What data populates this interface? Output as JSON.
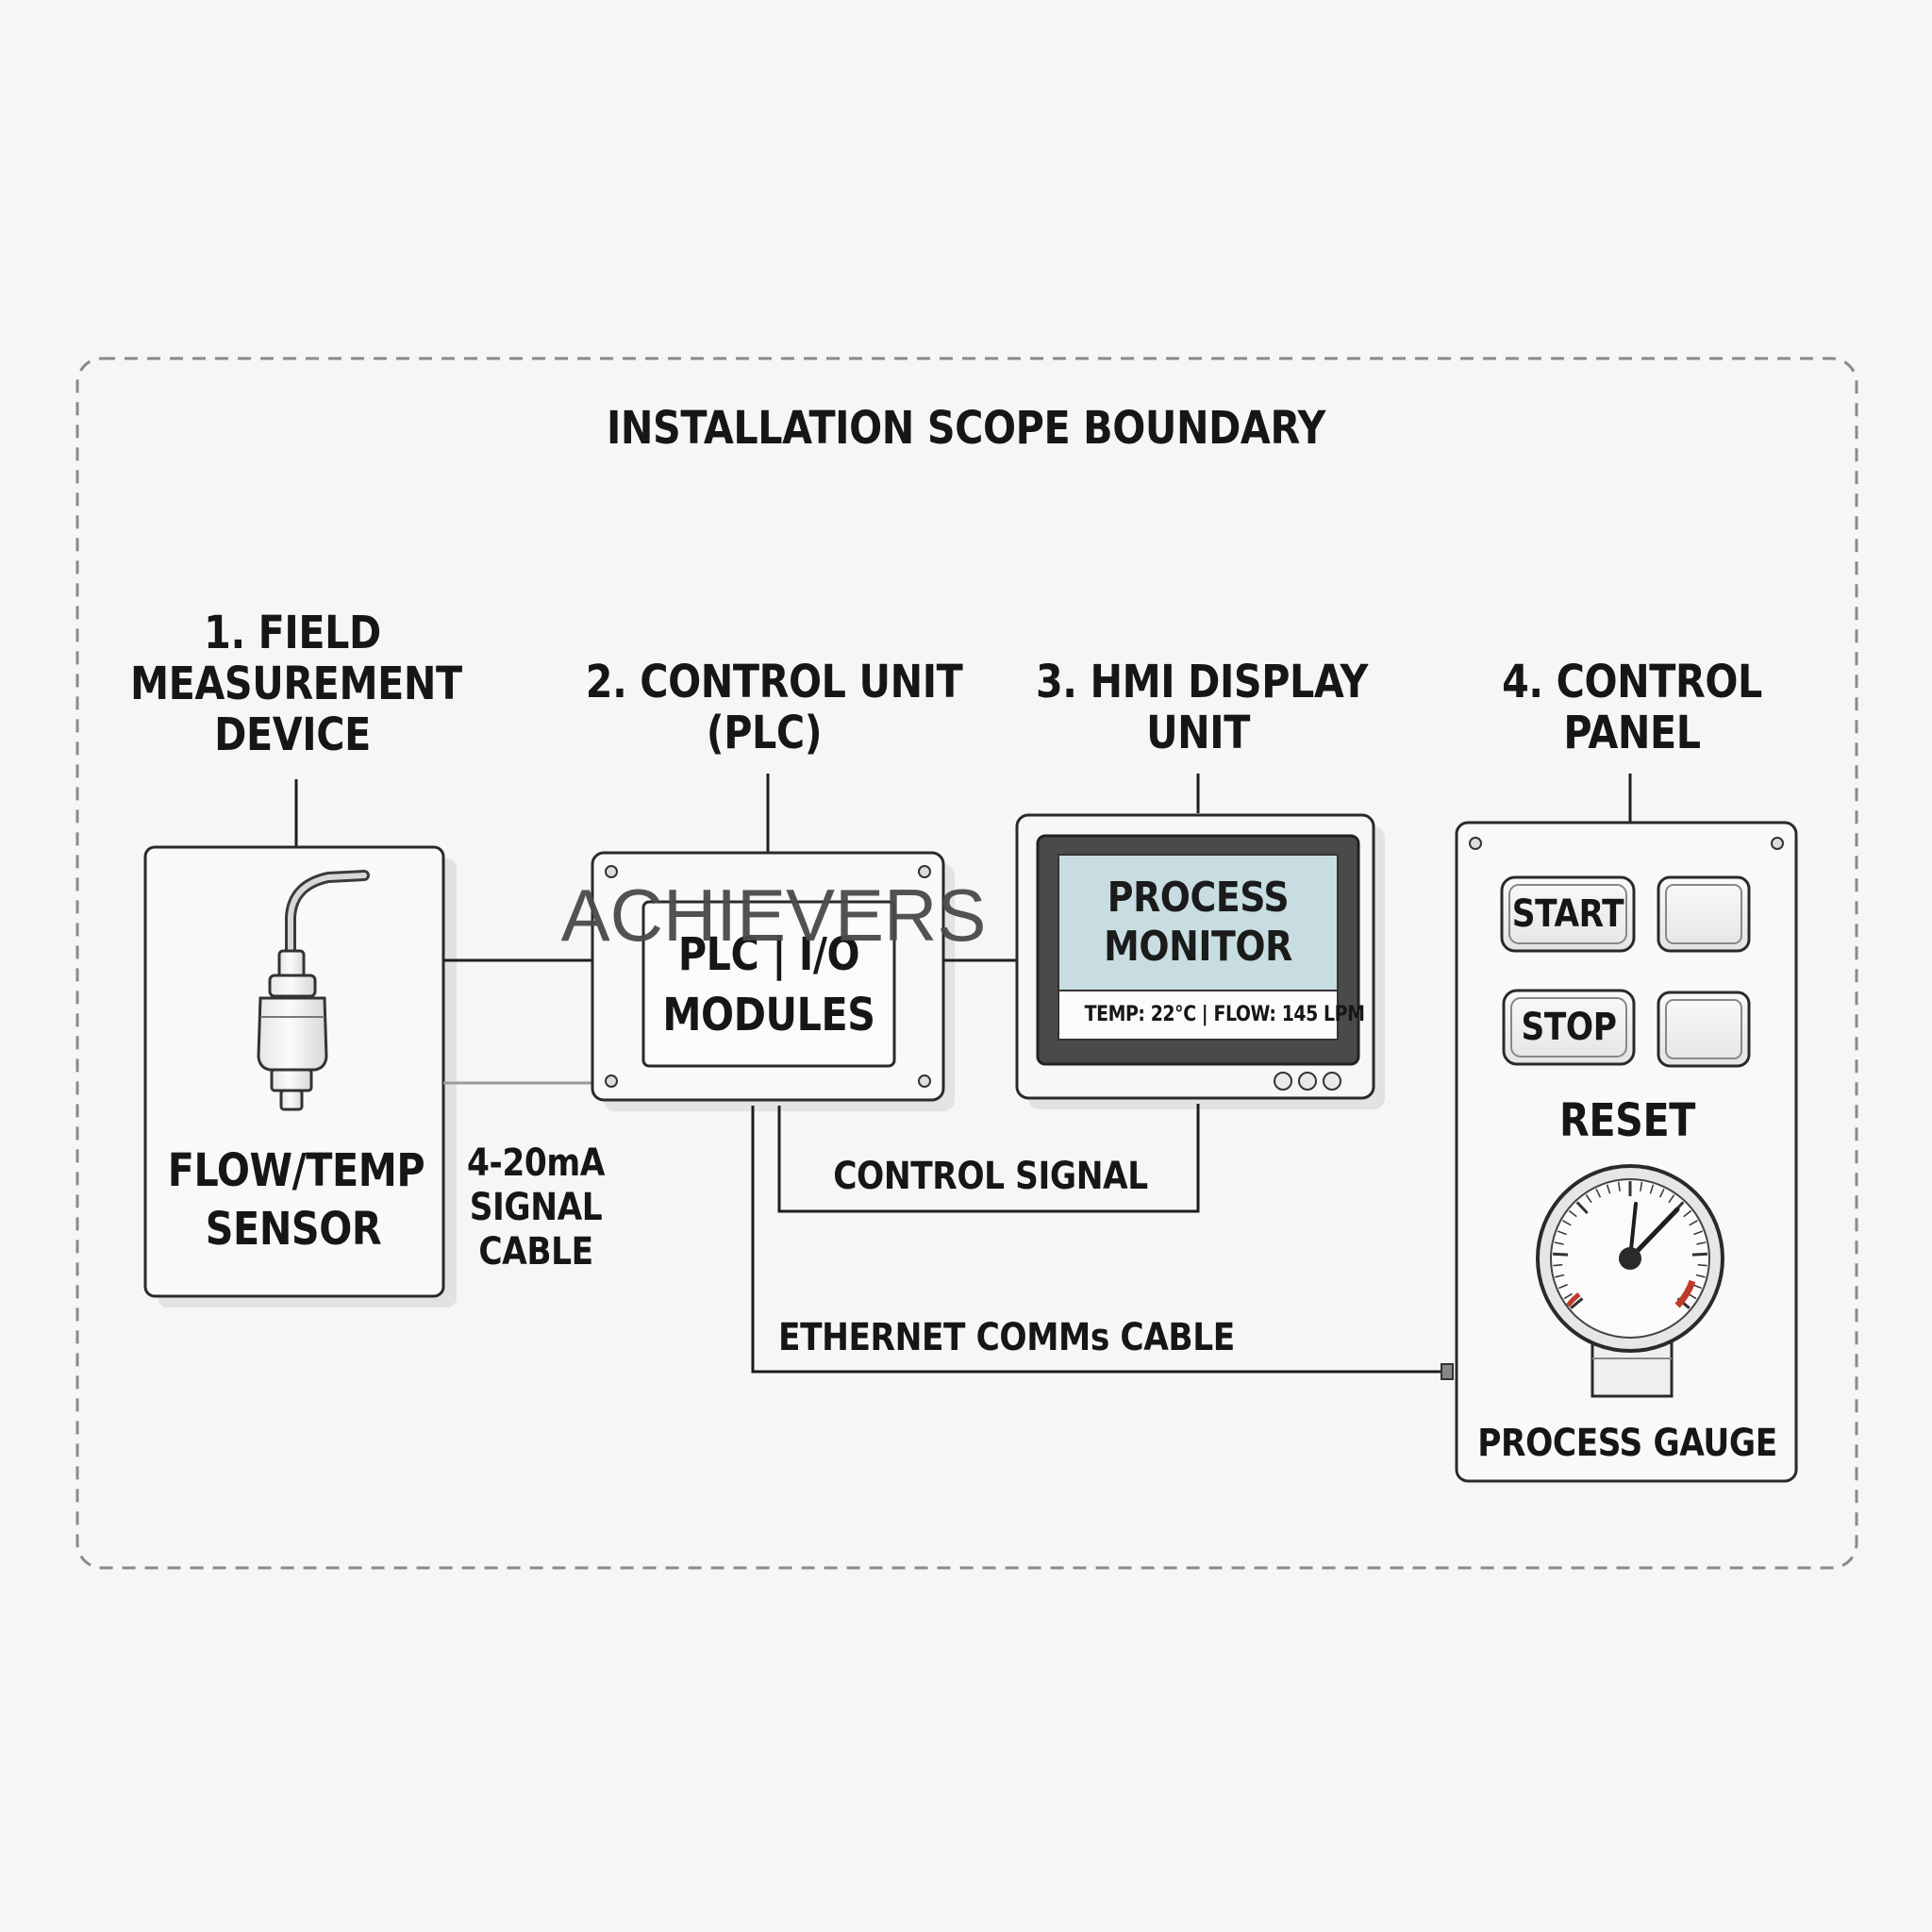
{
  "title": "INSTALLATION SCOPE BOUNDARY",
  "components": [
    {
      "heading": [
        "1. FIELD",
        "MEASUREMENT",
        "DEVICE"
      ],
      "inner_label": [
        "FLOW/TEMP",
        "SENSOR"
      ],
      "icon": "sensor-icon"
    },
    {
      "heading": [
        "2. CONTROL UNIT",
        "(PLC)"
      ],
      "inner_label": [
        "PLC | I/O",
        "MODULES"
      ],
      "icon": "plc-icon"
    },
    {
      "heading": [
        "3. HMI DISPLAY",
        "UNIT"
      ],
      "screen_title": [
        "PROCESS",
        "MONITOR"
      ],
      "screen_status": "TEMP: 22°C | FLOW: 145 LPM",
      "icon": "monitor-icon"
    },
    {
      "heading": [
        "4. CONTROL",
        "PANEL"
      ],
      "buttons": [
        "START",
        "STOP"
      ],
      "reset_label": "RESET",
      "gauge_label": "PROCESS GAUGE",
      "icon": "gauge-icon"
    }
  ],
  "connections": {
    "signal_cable": [
      "4-20mA",
      "SIGNAL",
      "CABLE"
    ],
    "control_signal": "CONTROL SIGNAL",
    "ethernet": "ETHERNET COMMs CABLE"
  },
  "watermark": "ACHIEVERS",
  "colors": {
    "background": "#f6f6f4",
    "line": "#1e1e1e",
    "screen": "#c7dde2",
    "boundary": "#8a8a8a",
    "gauge_redline": "#c0392b"
  }
}
